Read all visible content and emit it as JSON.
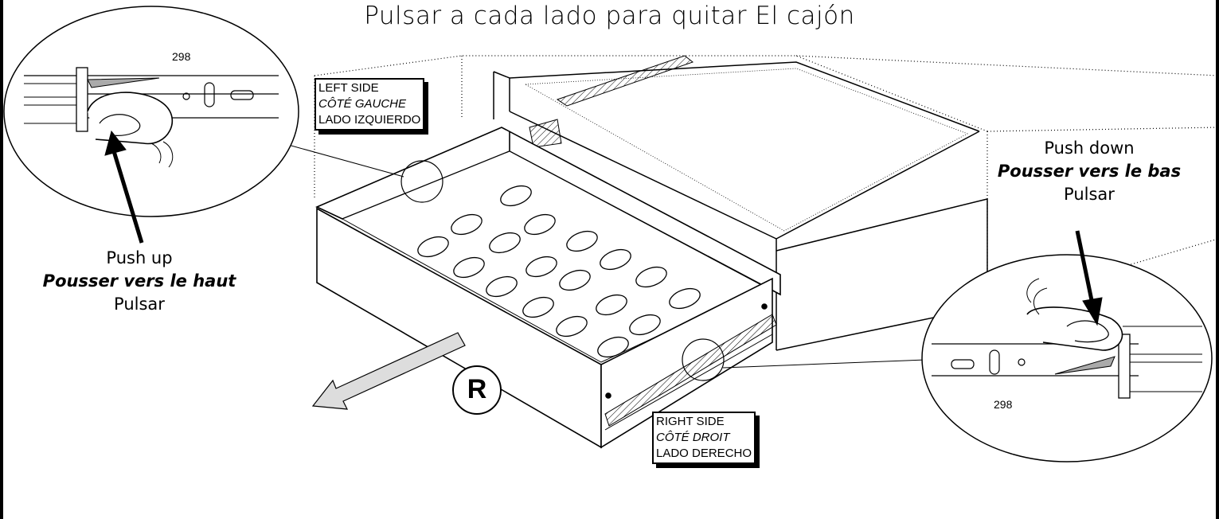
{
  "title": "Pulsar a cada lado para quitar El cajón",
  "left_callout": {
    "line1": "Push up",
    "line2": "Pousser vers le haut",
    "line3": "Pulsar"
  },
  "right_callout": {
    "line1": "Push down",
    "line2": "Pousser vers le bas",
    "line3": "Pulsar"
  },
  "left_side_label": {
    "en": "LEFT SIDE",
    "fr": "CÔTÉ GAUCHE",
    "es": "LADO IZQUIERDO"
  },
  "right_side_label": {
    "en": "RIGHT SIDE",
    "fr": "CÔTÉ DROIT",
    "es": "LADO DERECHO"
  },
  "left_detail_number": "298",
  "right_detail_number": "298",
  "drawer_badge": "R",
  "colors": {
    "line": "#000000",
    "arrow_fill": "#dddddd",
    "background": "#ffffff"
  }
}
